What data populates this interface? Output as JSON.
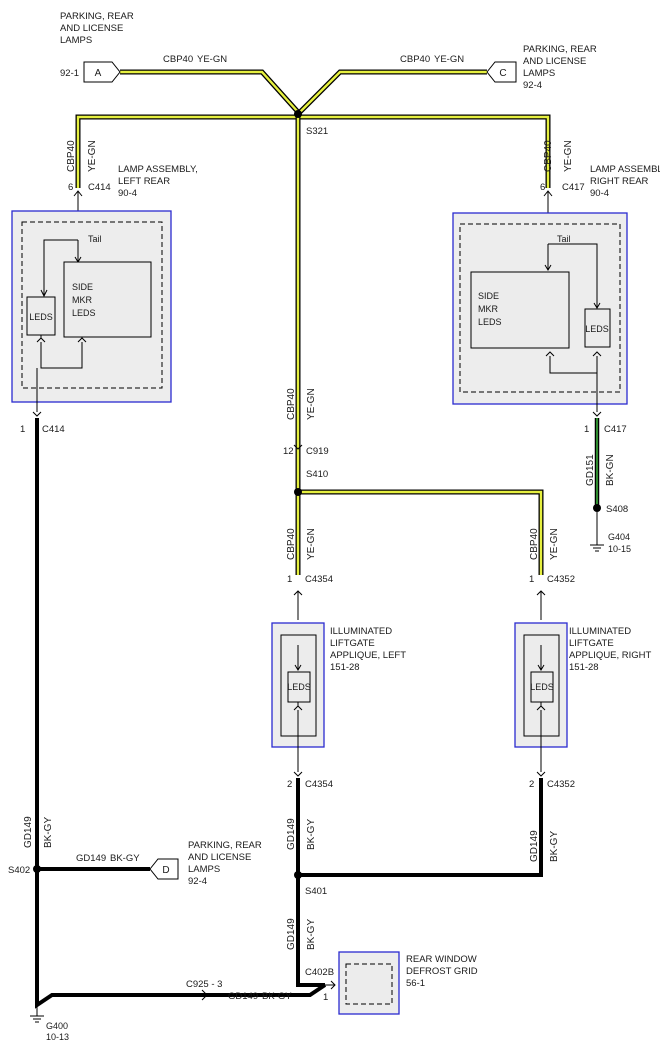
{
  "connectors_top": {
    "a": {
      "letter": "A",
      "ref": "92-1",
      "title": [
        "PARKING, REAR",
        "AND LICENSE",
        "LAMPS"
      ]
    },
    "c": {
      "letter": "C",
      "ref": "92-4",
      "title": [
        "PARKING, REAR",
        "AND LICENSE",
        "LAMPS"
      ]
    },
    "d": {
      "letter": "D",
      "ref": "92-4",
      "title": [
        "PARKING, REAR",
        "AND LICENSE",
        "LAMPS"
      ]
    }
  },
  "wire_labels": {
    "cbp40": "CBP40",
    "ye_gn": "YE-GN",
    "gd149": "GD149",
    "bk_gy": "BK-GY",
    "gd151": "GD151",
    "bk_gn": "BK-GN"
  },
  "splices": {
    "s321": "S321",
    "s410": "S410",
    "s402": "S402",
    "s401": "S401",
    "s408": "S408"
  },
  "left_lamp": {
    "pin": "6",
    "connector": "C414",
    "title": [
      "LAMP ASSEMBLY,",
      "LEFT REAR",
      "90-4"
    ],
    "tail": "Tail",
    "leds": "LEDS",
    "side_mkr": [
      "SIDE",
      "MKR",
      "LEDS"
    ],
    "out_pin": "1",
    "out_connector": "C414"
  },
  "right_lamp": {
    "pin": "6",
    "connector": "C417",
    "title": [
      "LAMP ASSEMBLY,",
      "RIGHT REAR",
      "90-4"
    ],
    "tail": "Tail",
    "leds": "LEDS",
    "side_mkr": [
      "SIDE",
      "MKR",
      "LEDS"
    ],
    "out_pin": "1",
    "out_connector": "C417"
  },
  "c919": {
    "pin": "12",
    "connector": "C919"
  },
  "applique_left": {
    "in_pin": "1",
    "in_connector": "C4354",
    "title": [
      "ILLUMINATED",
      "LIFTGATE",
      "APPLIQUE, LEFT",
      "151-28"
    ],
    "leds": "LEDS",
    "out_pin": "2",
    "out_connector": "C4354"
  },
  "applique_right": {
    "in_pin": "1",
    "in_connector": "C4352",
    "title": [
      "ILLUMINATED",
      "LIFTGATE",
      "APPLIQUE, RIGHT",
      "151-28"
    ],
    "leds": "LEDS",
    "out_pin": "2",
    "out_connector": "C4352"
  },
  "grounds": {
    "g404": {
      "name": "G404",
      "ref": "10-15"
    },
    "g400": {
      "name": "G400",
      "ref": "10-13"
    }
  },
  "defrost": {
    "title": [
      "REAR WINDOW",
      "DEFROST GRID",
      "56-1"
    ],
    "connector": "C402B",
    "pin": "1"
  },
  "c925": "C925 - 3",
  "colors": {
    "yellow_wire": "#e6f040",
    "green_wire": "#2e8b2e",
    "blue_outline": "#2b2bd0"
  }
}
